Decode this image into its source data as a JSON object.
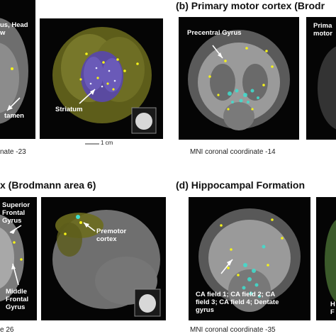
{
  "panel_b": {
    "title": "(b) Primary motor cortex (Brodr"
  },
  "panel_c": {
    "title": "x (Brodmann area 6)"
  },
  "panel_d": {
    "title": "(d) Hippocampal Formation"
  },
  "captions": {
    "a": "nate -23",
    "b": "MNI coronal coordinate -14",
    "c": "e 26",
    "d": "MNI coronal coordinate -35"
  },
  "labels": {
    "a1": [
      "us, Head",
      "w"
    ],
    "a2": "tamen",
    "striatum": "Striatum",
    "scale": "1 cm",
    "precentral": "Precentral Gyrus",
    "prima": [
      "Prima",
      "motor"
    ],
    "superior": [
      "Superior",
      "Frontal",
      "Gyrus"
    ],
    "middle": [
      "Middle",
      "Frontal",
      "Gyrus"
    ],
    "premotor": [
      "Premotor",
      "cortex"
    ],
    "ca": [
      "CA field 1; CA field 2; CA",
      "field 3; CA field 4; Dentate",
      "gyrus"
    ],
    "hf": [
      "H",
      "F"
    ]
  },
  "colors": {
    "activation_yellow": "#f4f21a",
    "activation_cyan": "#3fe0d0",
    "cortex_gray": "#7a7a7a",
    "olive_surface": "#6b6b1e"
  }
}
